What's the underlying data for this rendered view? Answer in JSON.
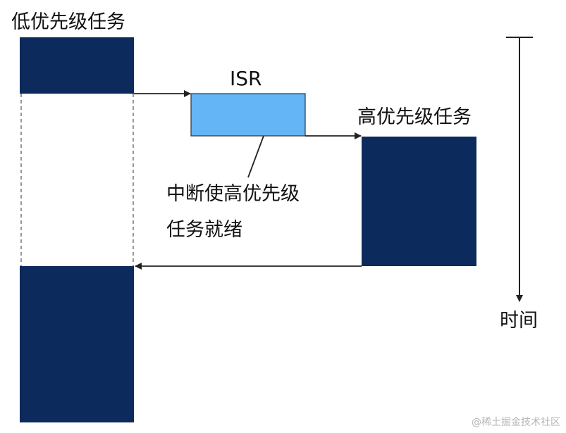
{
  "labels": {
    "low_task": "低优先级任务",
    "isr": "ISR",
    "high_task": "高优先级任务",
    "interrupt_note_line1": "中断使高优先级",
    "interrupt_note_line2": "任务就绪",
    "time_axis": "时间"
  },
  "watermark": "@稀土掘金技术社区",
  "colors": {
    "task_block": "#0d2a5c",
    "isr_block": "#64b5f6",
    "line": "#222222"
  }
}
